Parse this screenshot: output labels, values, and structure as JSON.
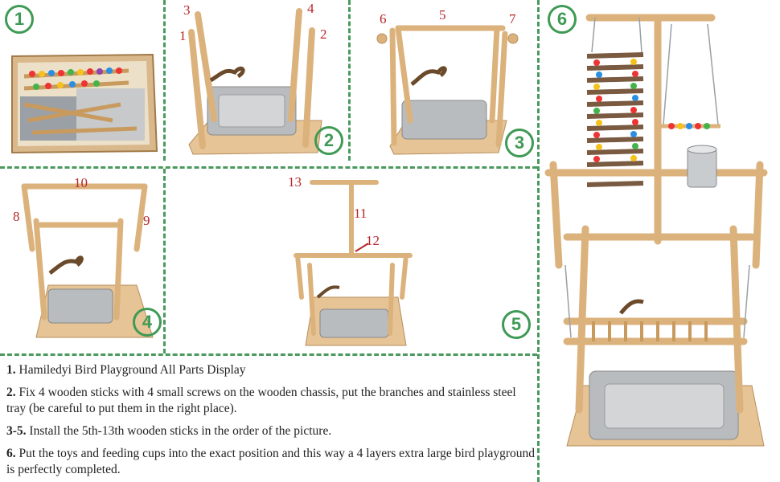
{
  "step_badges": [
    "1",
    "2",
    "3",
    "4",
    "5",
    "6"
  ],
  "part_numbers": {
    "n1": "1",
    "n2": "2",
    "n3": "3",
    "n4": "4",
    "n5": "5",
    "n6": "6",
    "n7": "7",
    "n8": "8",
    "n9": "9",
    "n10": "10",
    "n11": "11",
    "n12": "12",
    "n13": "13"
  },
  "instructions": [
    {
      "num": "1.",
      "text": "Hamiledyi Bird Playground All Parts Display"
    },
    {
      "num": "2.",
      "text": "Fix 4 wooden sticks with 4 small screws on the wooden chassis, put the branches and stainless steel tray (be careful to put them in the right place)."
    },
    {
      "num": "3-5.",
      "text": "Install the 5th-13th wooden sticks in the order of the picture."
    },
    {
      "num": "6.",
      "text": "Put the toys and feeding cups into the exact position and this way a 4 layers extra large bird playground is perfectly completed."
    }
  ],
  "colors": {
    "accent_green": "#3f9a55",
    "number_red": "#b8262a",
    "wood": "#e0b882",
    "steel": "#b9bcbf"
  }
}
